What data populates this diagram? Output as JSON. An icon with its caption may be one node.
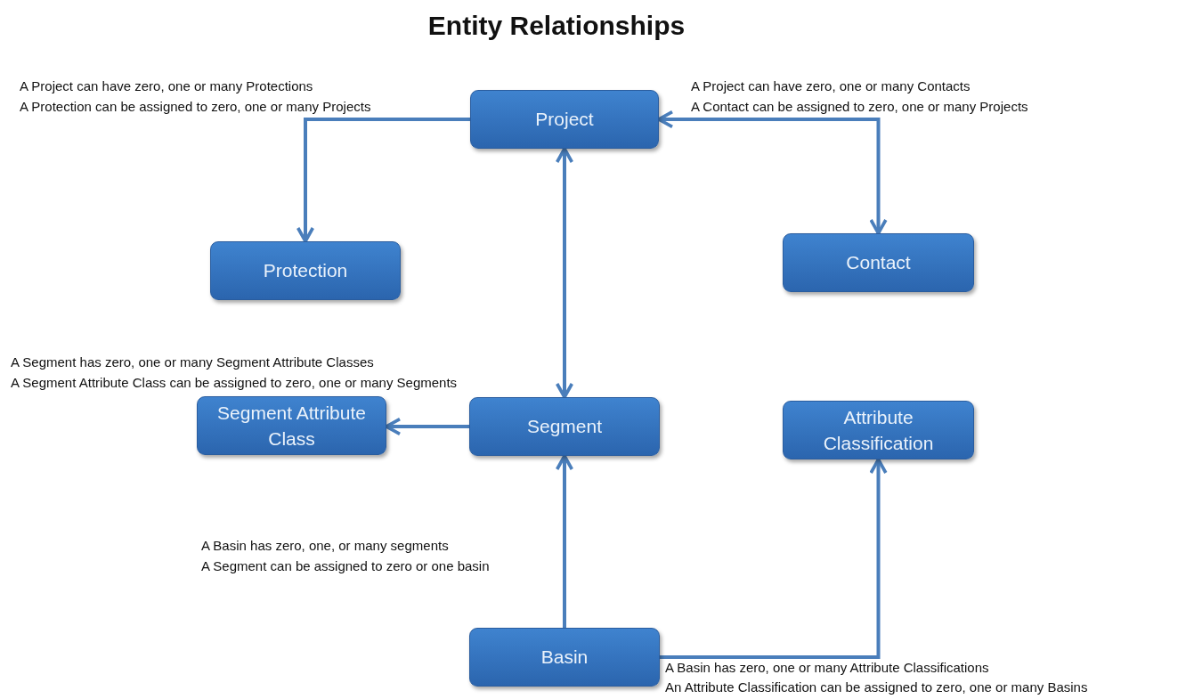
{
  "diagram": {
    "title": "Entity Relationships",
    "nodes": [
      {
        "text": [
          "Project"
        ]
      },
      {
        "text": [
          "Protection"
        ]
      },
      {
        "text": [
          "Contact"
        ]
      },
      {
        "text": [
          "Segment Attribute Class"
        ]
      },
      {
        "text": [
          "Segment"
        ]
      },
      {
        "text": [
          "Attribute Classification"
        ]
      },
      {
        "text": [
          "Basin"
        ]
      }
    ],
    "edges": [
      {
        "from": 0,
        "to": 1,
        "arrow": "to"
      },
      {
        "from": 0,
        "to": 2,
        "arrow": "both"
      },
      {
        "from": 0,
        "to": 4,
        "arrow": "both"
      },
      {
        "from": 4,
        "to": 3,
        "arrow": "to"
      },
      {
        "from": 6,
        "to": 4,
        "arrow": "to"
      },
      {
        "from": 6,
        "to": 5,
        "arrow": "to"
      }
    ],
    "labels": [
      "A Project can have  zero, one  or many Protections",
      "A Protection can be assigned to zero, one  or many Projects",
      "A Project can have zero, one or many Contacts",
      "A Contact can be assigned to zero, one or many Projects",
      "A Segment has zero, one or many Segment Attribute Classes",
      "A Segment Attribute Class can be assigned to zero, one or many Segments",
      "A Basin has zero, one, or many segments",
      "A Segment can be assigned to zero or one basin",
      "A Basin has zero, one or many Attribute Classifications",
      "An Attribute Classification can be assigned to zero, one or many Basins"
    ]
  }
}
